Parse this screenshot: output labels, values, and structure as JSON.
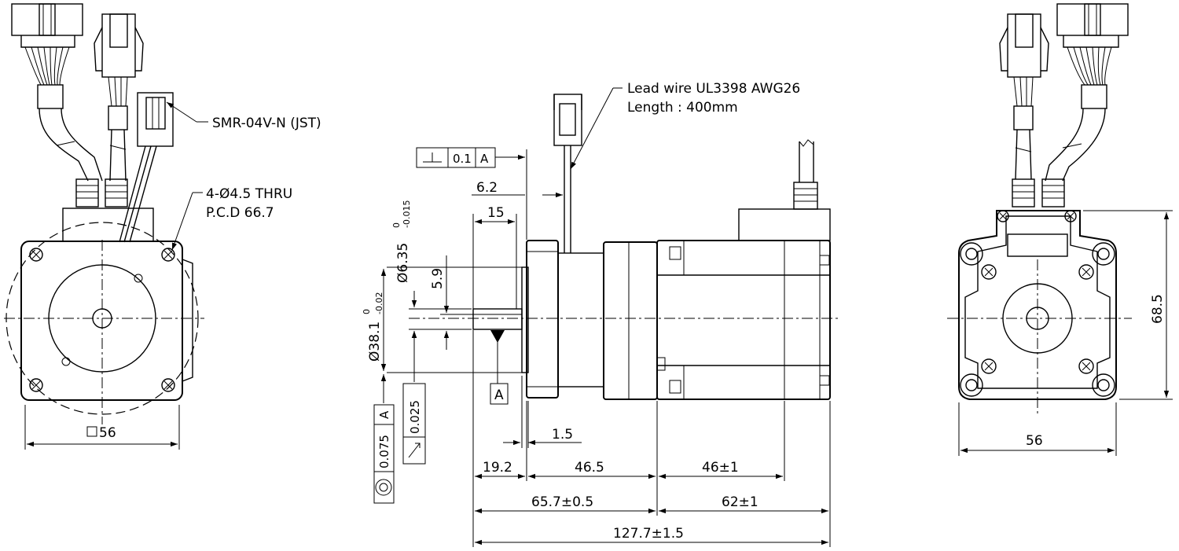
{
  "annotations": {
    "connector": "SMR-04V-N (JST)",
    "holes_line1": "4-Ø4.5 THRU",
    "holes_line2": "P.C.D 66.7",
    "lead_line1": "Lead wire UL3398 AWG26",
    "lead_line2": "Length : 400mm"
  },
  "dims": {
    "front_width": "56",
    "rear_width": "56",
    "rear_height": "68.5",
    "d_6_2": "6.2",
    "d_15": "15",
    "d_5_9": "5.9",
    "d_1_5": "1.5",
    "d_19_2": "19.2",
    "d_46_5": "46.5",
    "d_46": "46±1",
    "d_65_7": "65.7±0.5",
    "d_62": "62±1",
    "d_127_7": "127.7±1.5",
    "shaft_dia": "Ø6.35",
    "shaft_tol_upper": "0",
    "shaft_tol_lower": "-0.015",
    "pilot_dia": "Ø38.1",
    "pilot_tol_upper": "0",
    "pilot_tol_lower": "-0.02"
  },
  "tolerances": {
    "perp_value": "0.1",
    "perp_datum": "A",
    "conc_value": "0.075",
    "conc_datum": "A",
    "runout_value": "0.025",
    "datum_label": "A"
  },
  "icons": {
    "perpendicularity": "perpendicularity-symbol-icon",
    "concentricity": "concentricity-symbol-icon",
    "runout": "circular-runout-symbol-icon",
    "square": "square-symbol-icon"
  }
}
